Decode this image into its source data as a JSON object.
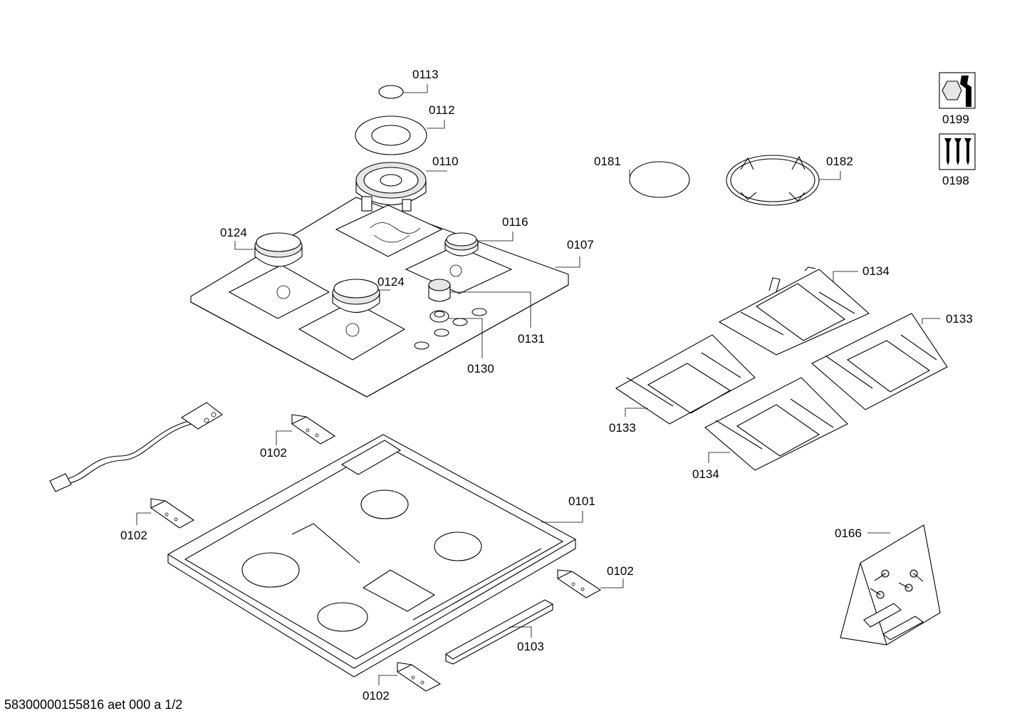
{
  "labels": {
    "p0113": "0113",
    "p0112": "0112",
    "p0110": "0110",
    "p0124a": "0124",
    "p0124b": "0124",
    "p0116": "0116",
    "p0107": "0107",
    "p0131": "0131",
    "p0130": "0130",
    "p0181": "0181",
    "p0182": "0182",
    "p0199": "0199",
    "p0198": "0198",
    "p0134a": "0134",
    "p0133a": "0133",
    "p0133b": "0133",
    "p0134b": "0134",
    "p0102a": "0102",
    "p0102b": "0102",
    "p0102c": "0102",
    "p0102d": "0102",
    "p0101": "0101",
    "p0103": "0103",
    "p0166": "0166"
  },
  "footer": "58300000155816 aet 000 a 1/2",
  "icons": [
    "tool-wrench-icon",
    "screw-set-icon"
  ]
}
